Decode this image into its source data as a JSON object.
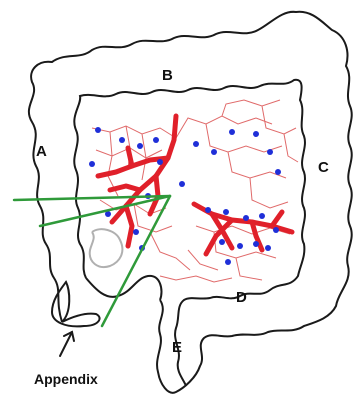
{
  "labels": {
    "a": "A",
    "b": "B",
    "c": "C",
    "d": "D",
    "e": "E",
    "appendix": "Appendix"
  },
  "colors": {
    "outline": "#1a1a1a",
    "vessel_major": "#e0202a",
    "vessel_minor": "#e06a6a",
    "node": "#1f2fd8",
    "section_line": "#2f9a3a",
    "faint": "#b0b0b0"
  }
}
